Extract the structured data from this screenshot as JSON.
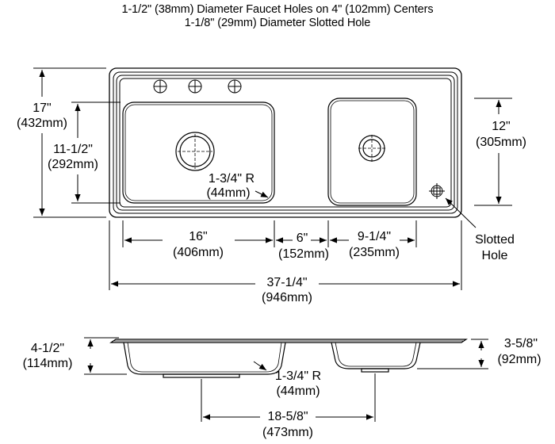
{
  "header": {
    "line1": "1-1/2\" (38mm) Diameter Faucet Holes on 4\" (102mm) Centers",
    "line2": "1-1/8\" (29mm) Diameter Slotted Hole"
  },
  "dimensions": {
    "overall_height": {
      "imperial": "17\"",
      "metric": "(432mm)"
    },
    "bowl_height": {
      "imperial": "11-1/2\"",
      "metric": "(292mm)"
    },
    "small_bowl_height": {
      "imperial": "12\"",
      "metric": "(305mm)"
    },
    "corner_radius_top": {
      "imperial": "1-3/4\" R",
      "metric": "(44mm)"
    },
    "left_bowl_width": {
      "imperial": "16\"",
      "metric": "(406mm)"
    },
    "bowl_gap": {
      "imperial": "6\"",
      "metric": "(152mm)"
    },
    "right_bowl_width": {
      "imperial": "9-1/4\"",
      "metric": "(235mm)"
    },
    "overall_width": {
      "imperial": "37-1/4\"",
      "metric": "(946mm)"
    },
    "slotted_hole": {
      "line1": "Slotted",
      "line2": "Hole"
    },
    "left_depth": {
      "imperial": "4-1/2\"",
      "metric": "(114mm)"
    },
    "right_depth": {
      "imperial": "3-5/8\"",
      "metric": "(92mm)"
    },
    "corner_radius_side": {
      "imperial": "1-3/4\" R",
      "metric": "(44mm)"
    },
    "drain_centers": {
      "imperial": "18-5/8\"",
      "metric": "(473mm)"
    }
  }
}
